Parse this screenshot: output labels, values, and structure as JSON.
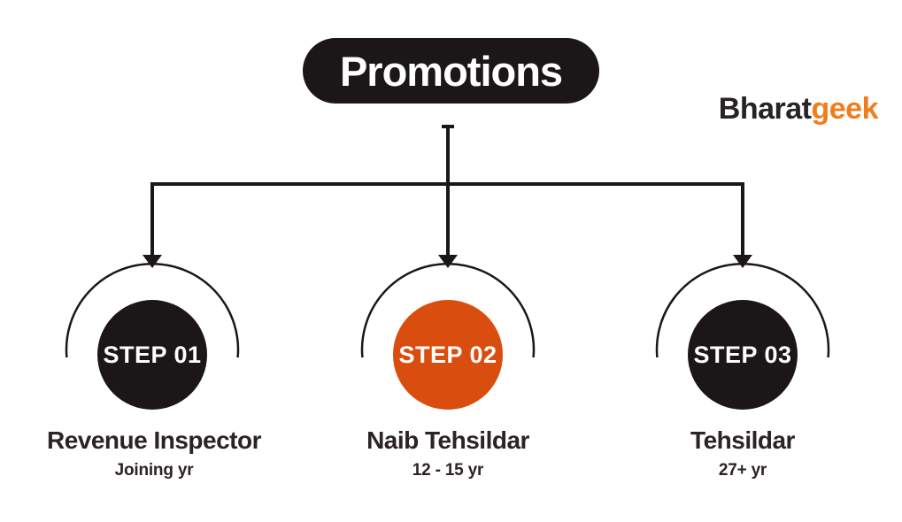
{
  "title": "Promotions",
  "logo": {
    "part1": "Bharat",
    "part2": "geek"
  },
  "steps": [
    {
      "label": "STEP 01",
      "title": "Revenue Inspector",
      "subtitle": "Joining yr",
      "circle_color": "#1b1617"
    },
    {
      "label": "STEP 02",
      "title": "Naib Tehsildar",
      "subtitle": "12 - 15 yr",
      "circle_color": "#d94d0e"
    },
    {
      "label": "STEP 03",
      "title": "Tehsildar",
      "subtitle": "27+ yr",
      "circle_color": "#1b1617"
    }
  ],
  "colors": {
    "black": "#1b1617",
    "accent_orange": "#d94d0e",
    "logo_dark": "#272223",
    "logo_orange": "#ee7e1c",
    "text_dark": "#2b2324",
    "background": "#ffffff"
  }
}
